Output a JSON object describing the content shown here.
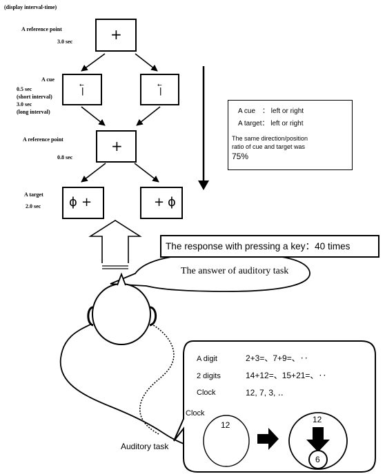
{
  "header": "(display interval-time)",
  "steps": {
    "ref1": {
      "label": "A reference point",
      "time": "3.0 sec"
    },
    "cue": {
      "label": "A cue",
      "time_short": "0.5 sec",
      "short_note": "(short interval)",
      "time_long": "3.0 sec",
      "long_note": "(long interval)"
    },
    "ref2": {
      "label": "A reference point",
      "time": "0.8 sec"
    },
    "target": {
      "label": "A target",
      "time": "2.0 sec"
    }
  },
  "symbols": {
    "plus": "+",
    "target_glyph": "ɸ"
  },
  "info_box": {
    "cue_line": "A cue　：  left or right",
    "target_line": "A target：  left or right",
    "ratio_line1": "The same direction/position",
    "ratio_line2": "ratio of cue and target   was",
    "ratio_value": "75%"
  },
  "response_box": "The response with pressing a key：40 times",
  "speech_bubble": "The answer of auditory task",
  "auditory": {
    "label": "Auditory task",
    "rows": [
      {
        "name": "A digit",
        "items": "2+3=、7+9=、‥"
      },
      {
        "name": "2 digits",
        "items": "14+12=、15+21=、‥"
      },
      {
        "name": "Clock",
        "items": "12, 7, 3, ‥"
      }
    ],
    "clock_label": "Clock",
    "clock_start": "12",
    "clock_end_top": "12",
    "clock_answer": "6"
  }
}
